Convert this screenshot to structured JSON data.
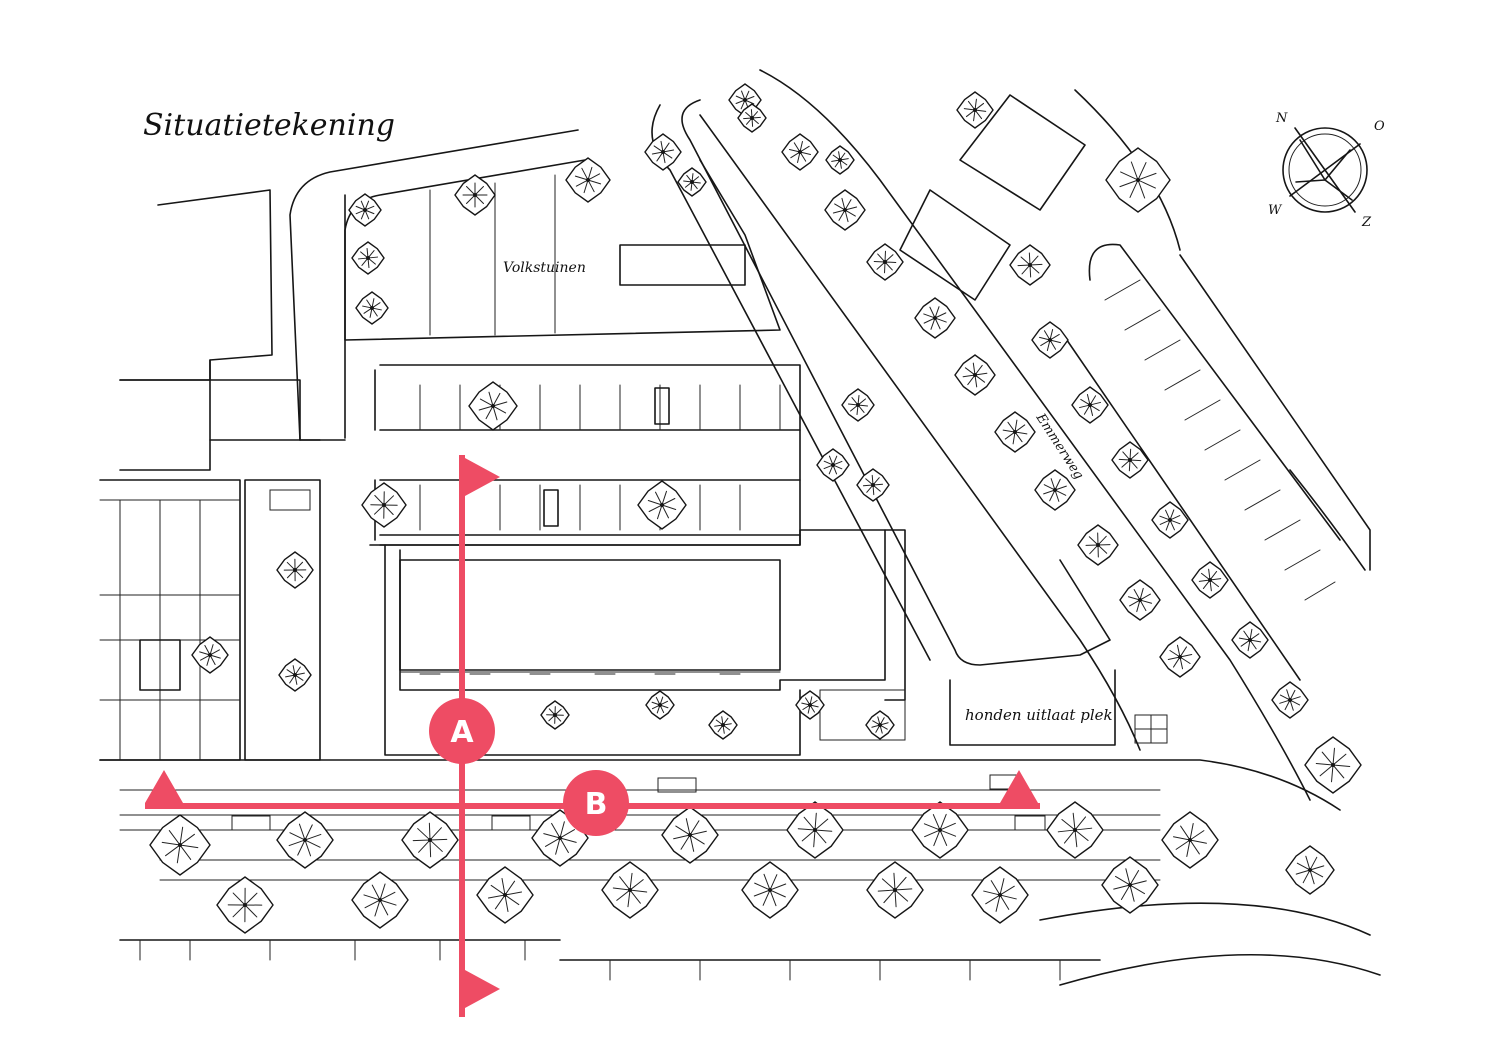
{
  "title": "Situatietekening",
  "labels": {
    "gardens": "Volkstuinen",
    "street": "Emmerweg",
    "dog_area": "honden uitlaat plek"
  },
  "compass": {
    "n": "N",
    "o": "O",
    "w": "W",
    "z": "Z"
  },
  "sections": [
    {
      "id": "section-a",
      "label": "A"
    },
    {
      "id": "section-b",
      "label": "B"
    }
  ],
  "colors": {
    "section_marker": "#ee4c64",
    "ink": "#161616",
    "paper": "#ffffff"
  }
}
